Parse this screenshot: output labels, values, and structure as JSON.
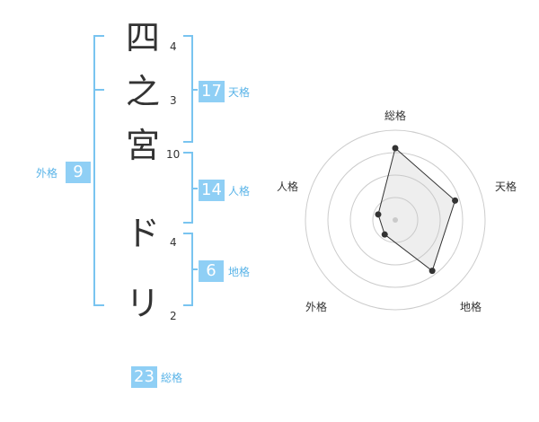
{
  "name_chars": [
    {
      "char": "四",
      "strokes": "4"
    },
    {
      "char": "之",
      "strokes": "3"
    },
    {
      "char": "宮",
      "strokes": "10"
    },
    {
      "char": "ド",
      "strokes": "4"
    },
    {
      "char": "リ",
      "strokes": "2"
    }
  ],
  "fortunes": {
    "tenkaku": {
      "value": "17",
      "label": "天格"
    },
    "jinkaku": {
      "value": "14",
      "label": "人格"
    },
    "chikaku": {
      "value": "6",
      "label": "地格"
    },
    "gaikaku": {
      "value": "9",
      "label": "外格"
    },
    "soukaku": {
      "value": "23",
      "label": "総格"
    }
  },
  "colors": {
    "accent": "#8fcff5",
    "accent_text": "#5ab4e8",
    "bracket": "#79c4f0"
  },
  "chart_data": {
    "type": "radar",
    "axes": [
      "総格",
      "天格",
      "地格",
      "外格",
      "人格"
    ],
    "values": [
      4,
      3.5,
      3.5,
      1,
      1
    ],
    "max": 5,
    "rings": 4
  }
}
